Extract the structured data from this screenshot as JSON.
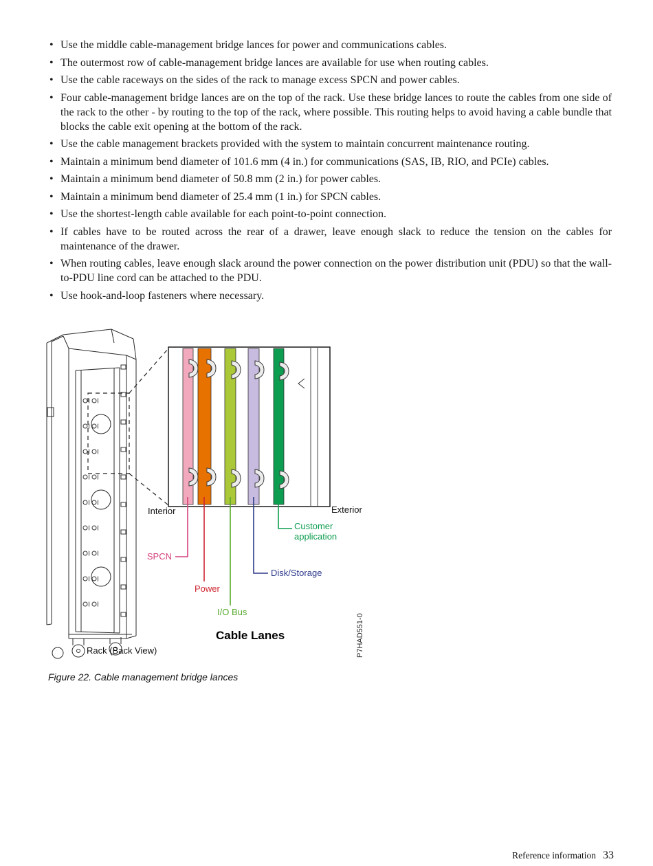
{
  "bullets": [
    "Use the middle cable-management bridge lances for power and communications cables.",
    "The outermost row of cable-management bridge lances are available for use when routing cables.",
    "Use the cable raceways on the sides of the rack to manage excess SPCN and power cables.",
    "Four cable-management bridge lances are on the top of the rack. Use these bridge lances to route the cables from one side of the rack to the other - by routing to the top of the rack, where possible. This routing helps to avoid having a cable bundle that blocks the cable exit opening at the bottom of the rack.",
    "Use the cable management brackets provided with the system to maintain concurrent maintenance routing.",
    "Maintain a minimum bend diameter of 101.6 mm (4 in.) for communications (SAS, IB, RIO, and PCIe) cables.",
    "Maintain a minimum bend diameter of 50.8 mm (2 in.) for power cables.",
    "Maintain a minimum bend diameter of 25.4 mm (1 in.) for SPCN cables.",
    "Use the shortest-length cable available for each point-to-point connection.",
    "If cables have to be routed across the rear of a drawer, leave enough slack to reduce the tension on the cables for maintenance of the drawer.",
    "When routing cables, leave enough slack around the power connection on the power distribution unit (PDU) so that the wall-to-PDU line cord can be attached to the PDU.",
    "Use hook-and-loop fasteners where necessary."
  ],
  "figure": {
    "interior_label": "Interior",
    "exterior_label": "Exterior",
    "title": "Cable Lanes",
    "figure_id": "P7HAD551-0",
    "rack_label": "Rack (Back View)",
    "caption": "Figure 22. Cable management bridge lances",
    "lanes": [
      {
        "name": "SPCN",
        "bar_color": "#f2a9bd",
        "line_color": "#d6427e"
      },
      {
        "name": "Power",
        "bar_color": "#e87200",
        "line_color": "#cf2630"
      },
      {
        "name": "I/O Bus",
        "bar_color": "#abc838",
        "line_color": "#56a82c"
      },
      {
        "name": "Disk/Storage",
        "bar_color": "#c7bbe0",
        "line_color": "#2e3a8c"
      },
      {
        "name": "Customer application",
        "bar_color": "#0d9d50",
        "line_color": "#0d9d50"
      }
    ]
  },
  "footer": {
    "label": "Reference information",
    "page_number": "33"
  }
}
